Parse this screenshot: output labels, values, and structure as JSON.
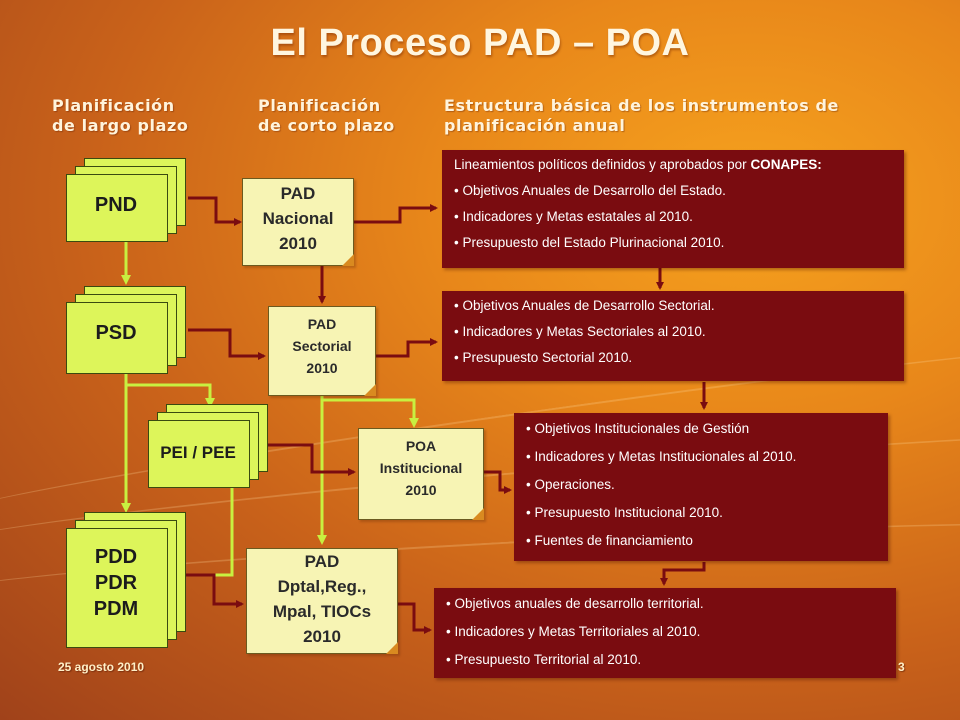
{
  "title": "El Proceso PAD – POA",
  "columns": {
    "long": [
      "Planificación",
      "de largo plazo"
    ],
    "short": [
      "Planificación",
      "de corto plazo"
    ],
    "structure": [
      "Estructura básica de los instrumentos de",
      "planificación anual"
    ]
  },
  "documents": {
    "pnd": "PND",
    "psd": "PSD",
    "pei": "PEI / PEE",
    "pdd": [
      "PDD",
      "PDR",
      "PDM"
    ]
  },
  "pads": {
    "nacional": [
      "PAD",
      "Nacional",
      "2010"
    ],
    "sectorial": [
      "PAD",
      "Sectorial",
      "2010"
    ],
    "poa": [
      "POA",
      "Institucional",
      "2010"
    ],
    "dptal": [
      "PAD",
      "Dptal,Reg.,",
      "Mpal, TIOCs",
      "2010"
    ]
  },
  "boxes": {
    "nacional": {
      "intro": "Lineamientos políticos definidos y aprobados por ",
      "intro_bold": "CONAPES:",
      "items": [
        "• Objetivos Anuales de Desarrollo del Estado.",
        "• Indicadores y Metas estatales al 2010.",
        "• Presupuesto del Estado Plurinacional 2010."
      ]
    },
    "sectorial": {
      "items": [
        "• Objetivos Anuales de Desarrollo Sectorial.",
        "• Indicadores y Metas Sectoriales al 2010.",
        "• Presupuesto Sectorial 2010."
      ]
    },
    "institucional": {
      "items": [
        "• Objetivos Institucionales de Gestión",
        "• Indicadores y Metas Institucionales al 2010.",
        "• Operaciones.",
        "• Presupuesto Institucional 2010.",
        "• Fuentes de financiamiento"
      ]
    },
    "territorial": {
      "items": [
        "• Objetivos anuales de desarrollo territorial.",
        "• Indicadores y Metas Territoriales al 2010.",
        "• Presupuesto Territorial al 2010."
      ]
    }
  },
  "footer": {
    "date": "25 agosto 2010",
    "page": "3"
  },
  "colors": {
    "doc_fill": "#ddf55a",
    "pad_fill": "#f7f4b4",
    "box_fill": "#7a0c10",
    "arrow_red": "#7a0c10",
    "arrow_green": "#c8f040"
  }
}
